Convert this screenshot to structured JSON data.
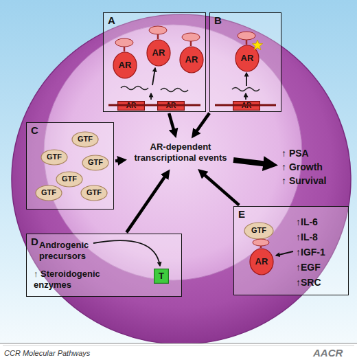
{
  "diagram": {
    "nodes": [
      {
        "text": [
          "A"
        ]
      },
      {
        "text": [
          "AR"
        ],
        "in": 0
      },
      {
        "text": [
          "AR"
        ],
        "in": 0
      },
      {
        "text": [
          "AR"
        ],
        "in": 0
      },
      {
        "text": [
          "AR"
        ],
        "in": 0
      },
      {
        "text": [
          "AR"
        ],
        "in": 0
      },
      {
        "text": [
          "B"
        ]
      },
      {
        "text": [
          "AR"
        ],
        "in": 6
      },
      {
        "text": [
          "AR"
        ],
        "in": 6
      },
      {
        "text": [
          "C"
        ]
      },
      {
        "text": [
          "GTF"
        ],
        "in": 9
      },
      {
        "text": [
          "GTF"
        ],
        "in": 9
      },
      {
        "text": [
          "GTF"
        ],
        "in": 9
      },
      {
        "text": [
          "GTF"
        ],
        "in": 9
      },
      {
        "text": [
          "GTF"
        ],
        "in": 9
      },
      {
        "text": [
          "GTF"
        ],
        "in": 9
      },
      {
        "text": [
          "D",
          "Androgenic precursors",
          "↑ Steroidogenic enzymes"
        ]
      },
      {
        "text": [
          "T"
        ],
        "in": 16
      },
      {
        "text": [
          "E",
          "↑IL-6",
          "↑IL-8",
          "↑IGF-1",
          "↑EGF",
          "↑SRC"
        ]
      },
      {
        "text": [
          "GTF"
        ],
        "in": 18
      },
      {
        "text": [
          "AR"
        ],
        "in": 18
      },
      {
        "text": [
          "AR-dependent transcriptional events"
        ]
      },
      {
        "text": [
          "↑ PSA",
          "↑ Growth",
          "↑ Survival"
        ]
      }
    ],
    "edges": [
      {
        "from": 0,
        "to": 21,
        "arrow": "to"
      },
      {
        "from": 6,
        "to": 21,
        "arrow": "to"
      },
      {
        "from": 9,
        "to": 21,
        "arrow": "to"
      },
      {
        "from": 16,
        "to": 21,
        "arrow": "to"
      },
      {
        "from": 18,
        "to": 21,
        "arrow": "to"
      },
      {
        "from": 21,
        "to": 22,
        "arrow": "to"
      }
    ],
    "labels": [
      "CCR Molecular Pathways",
      "AACR"
    ]
  }
}
